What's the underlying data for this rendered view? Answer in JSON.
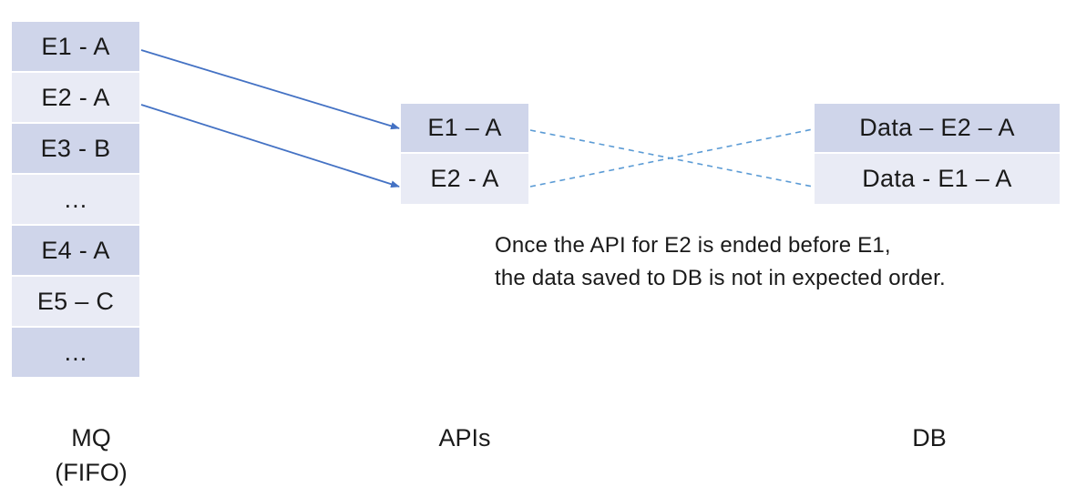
{
  "mq": {
    "items": [
      "E1 - A",
      "E2 - A",
      "E3 - B",
      "…",
      "E4 - A",
      "E5 – C",
      "…"
    ],
    "label": "MQ",
    "sublabel": "(FIFO)"
  },
  "apis": {
    "items": [
      "E1 – A",
      "E2 - A"
    ],
    "label": "APIs"
  },
  "db": {
    "items": [
      "Data – E2 – A",
      "Data - E1 – A"
    ],
    "label": "DB"
  },
  "note": {
    "line1": "Once the API for E2 is ended before E1,",
    "line2": "the data saved to DB is not in expected order."
  },
  "colors": {
    "cell_dark": "#cfd5ea",
    "cell_light": "#e9ebf5",
    "arrow": "#4472c4",
    "dashed": "#5b9bd5"
  }
}
